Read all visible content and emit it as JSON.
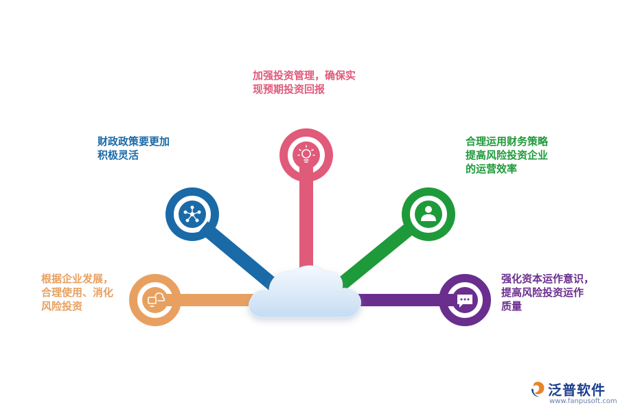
{
  "nodes": [
    {
      "id": "orange",
      "color": "#e8a060",
      "icon": "cloud-device-icon",
      "lines": [
        "根据企业发展，",
        "合理使用、消化",
        "风险投资"
      ]
    },
    {
      "id": "blue",
      "color": "#1a6aa8",
      "icon": "network-icon",
      "lines": [
        "财政政策要更加",
        "积极灵活"
      ]
    },
    {
      "id": "pink",
      "color": "#e05a7a",
      "icon": "lightbulb-icon",
      "lines": [
        "加强投资管理，确保实",
        "现预期投资回报"
      ]
    },
    {
      "id": "green",
      "color": "#1e9a3a",
      "icon": "person-icon",
      "lines": [
        "合理运用财务策略",
        "提高风险投资企业",
        "的运营效率"
      ]
    },
    {
      "id": "purple",
      "color": "#6a2e8e",
      "icon": "chat-bubble-icon",
      "lines": [
        "强化资本运作意识，",
        "提高风险投资运作",
        "质量"
      ]
    }
  ],
  "center": {
    "icon": "cloud-icon",
    "color": "#c9dff4"
  },
  "brand": {
    "name": "泛普软件",
    "url": "www.fanpusoft.com",
    "icon": "fanpu-logo-icon"
  }
}
